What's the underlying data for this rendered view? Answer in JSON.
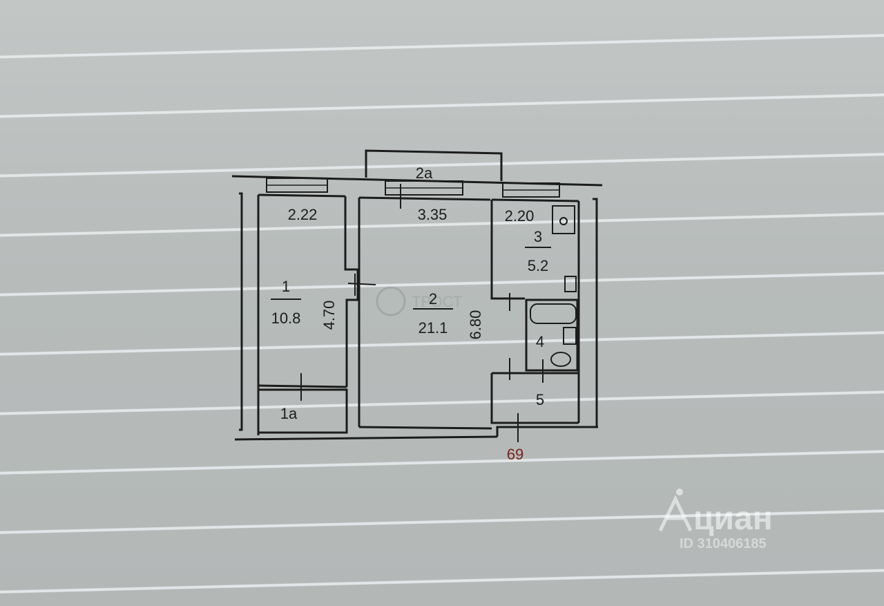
{
  "plan": {
    "rooms": [
      {
        "id": "1",
        "number": "1",
        "area": "10.8",
        "width": "2.22",
        "length": "4.70"
      },
      {
        "id": "1a",
        "number": "1a"
      },
      {
        "id": "2",
        "number": "2",
        "area": "21.1",
        "width": "3.35",
        "length": "6.80"
      },
      {
        "id": "2a",
        "number": "2a"
      },
      {
        "id": "3",
        "number": "3",
        "area": "5.2",
        "width": "2.20"
      },
      {
        "id": "4",
        "number": "4"
      },
      {
        "id": "5",
        "number": "5"
      }
    ],
    "apartment_number": "69"
  },
  "watermark": {
    "brand": "циан",
    "listing_id": "ID 310406185",
    "center_mark": "ТРОСТ"
  },
  "colors": {
    "background": "#b9bdbc",
    "line": "#1c1c1c",
    "apartment_number": "#7a2219",
    "watermark": "#ffffff"
  }
}
